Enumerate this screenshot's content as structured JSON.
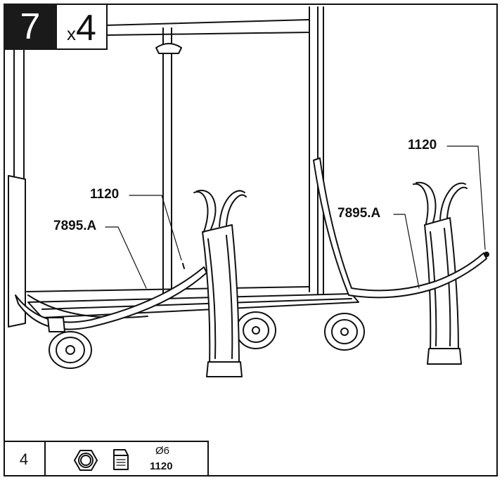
{
  "step": {
    "number": "7",
    "multiplier_prefix": "x",
    "multiplier": "4"
  },
  "callouts": {
    "left_screw": "1120",
    "left_bar": "7895.A",
    "right_screw": "1120",
    "right_bar": "7895.A"
  },
  "parts": [
    {
      "quantity": "4",
      "diameter": "Ø6",
      "code": "1120",
      "icons": [
        "hex-nut-icon",
        "bolt-icon"
      ]
    }
  ],
  "colors": {
    "line": "#111111",
    "background": "#ffffff",
    "step_badge": "#1a1a1a"
  }
}
